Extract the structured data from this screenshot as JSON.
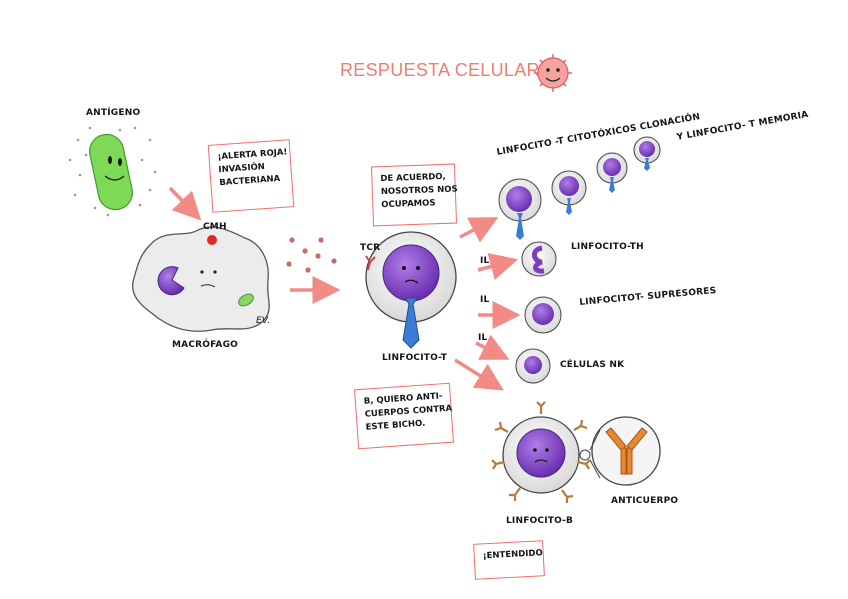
{
  "title": "RESPUESTA CELULAR",
  "labels": {
    "antigeno": "ANTÍGENO",
    "cmh": "CMH",
    "macrofago": "MACRÓFAGO",
    "tcr": "TCR",
    "linfocito_t": "LINFOCITO-T",
    "citotoxicos": "LINFOCITO -T CITOTÓXICOS CLONACIÓN",
    "memoria": "Y LINFOCITO- T MEMORIA",
    "th": "LINFOCITO-TH",
    "supresores": "LINFOCITOT- SUPRESORES",
    "nk": "CÉLULAS NK",
    "linfocito_b": "LINFOCITO-B",
    "anticuerpo": "ANTICUERPO",
    "il_1": "IL",
    "il_2": "IL",
    "il_3": "IL",
    "signature": "EV."
  },
  "notes": {
    "alerta": [
      "¡ALERTA ROJA!",
      "INVASIÓN",
      "BACTERIANA"
    ],
    "acuerdo": [
      "DE ACUERDO,",
      "NOSOTROS NOS",
      "OCUPAMOS"
    ],
    "bicho": [
      "B, QUIERO ANTI-",
      "CUERPOS CONTRA",
      "ESTE BICHO."
    ],
    "entendido": [
      "¡ENTENDIDO"
    ]
  },
  "colors": {
    "accent": "#f07b72",
    "arrow": "#f28a86",
    "note_border": "#f26b6b",
    "bacteria": "#7ed957",
    "nucleus": "#8a4fc9",
    "tie": "#3a7bd5",
    "antibody": "#e8882f"
  }
}
